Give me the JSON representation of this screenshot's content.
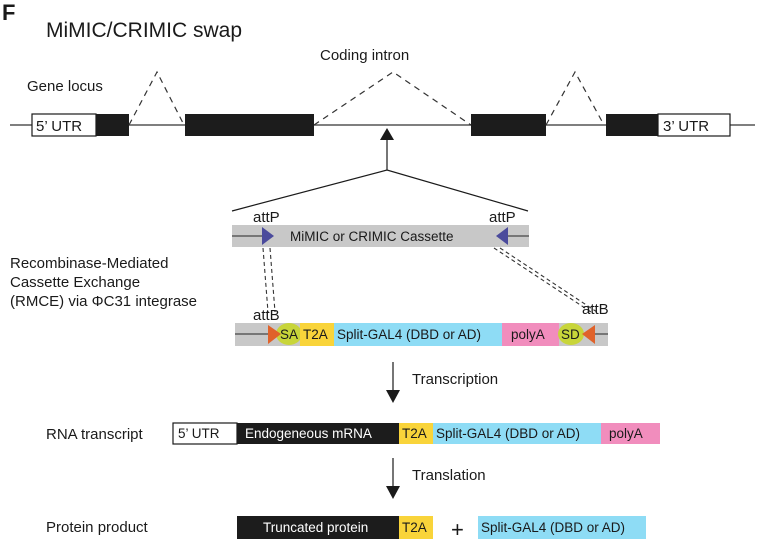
{
  "panel_label": "F",
  "title": "MiMIC/CRIMIC swap",
  "colors": {
    "exon": "#1c1c1c",
    "utr": "#ffffff",
    "cassette_bg": "#c8c8c8",
    "attp_arrow": "#4a4a9c",
    "attb_arrow": "#e0622a",
    "splice_site": "#c8d53a",
    "t2a": "#f9d43a",
    "split_gal4": "#8edcf5",
    "polya": "#f18dbd"
  },
  "gene_locus": {
    "label": "Gene locus",
    "utr5": "5’ UTR",
    "utr3": "3’ UTR",
    "intron_label": "Coding intron"
  },
  "cassette": {
    "label": "MiMIC or CRIMIC Cassette",
    "attp_left": "attP",
    "attp_right": "attP"
  },
  "rmce": {
    "lines": [
      "Recombinase-Mediated",
      "Cassette Exchange",
      "(RMCE) via ΦC31 integrase"
    ]
  },
  "donor": {
    "attb_left": "attB",
    "attb_right": "attB",
    "sa": "SA",
    "t2a": "T2A",
    "split_gal4": "Split-GAL4 (DBD or AD)",
    "polya": "polyA",
    "sd": "SD"
  },
  "transcription": {
    "label": "Transcription"
  },
  "rna": {
    "label": "RNA transcript",
    "utr5": "5’ UTR",
    "mrna": "Endogeneous mRNA",
    "t2a": "T2A",
    "split_gal4": "Split-GAL4 (DBD or AD)",
    "polya": "polyA"
  },
  "translation": {
    "label": "Translation"
  },
  "protein": {
    "label": "Protein product",
    "truncated": "Truncated protein",
    "t2a": "T2A",
    "plus": "+",
    "split_gal4": "Split-GAL4 (DBD or AD)"
  }
}
